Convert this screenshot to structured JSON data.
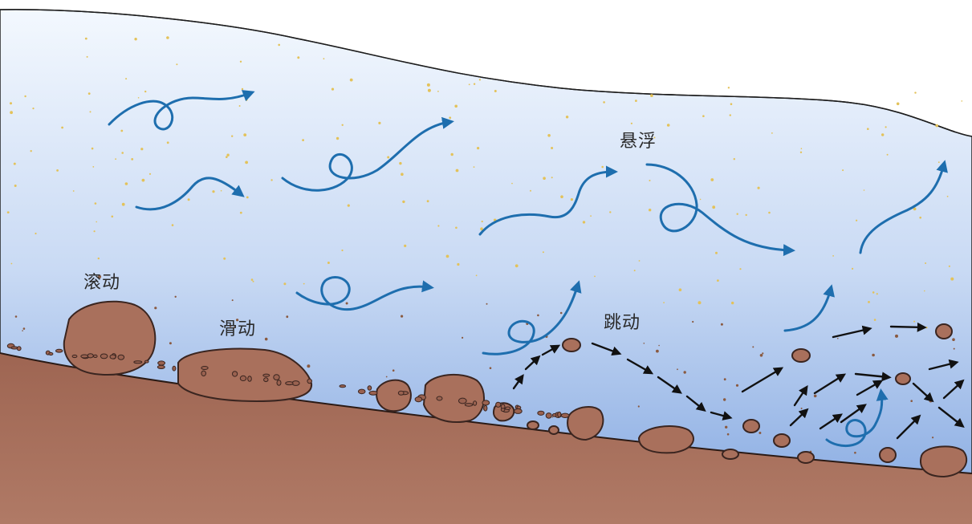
{
  "labels": {
    "suspension": "悬浮",
    "rolling": "滚动",
    "sliding": "滑动",
    "saltation": "跳动"
  },
  "colors": {
    "water_top": "#f3f8fe",
    "water_bottom": "#8fb0e4",
    "bed": "#a8705e",
    "bed_dark": "#8a5646",
    "rock": "#a9705c",
    "rock_outline": "#3a2520",
    "flow_arrow": "#1e6eae",
    "hop_arrow": "#111111",
    "sand": "#e3c25a"
  },
  "icons": [
    "flow-arrow-icon",
    "hop-arrow-icon",
    "rock-icon",
    "sediment-speck-icon"
  ]
}
